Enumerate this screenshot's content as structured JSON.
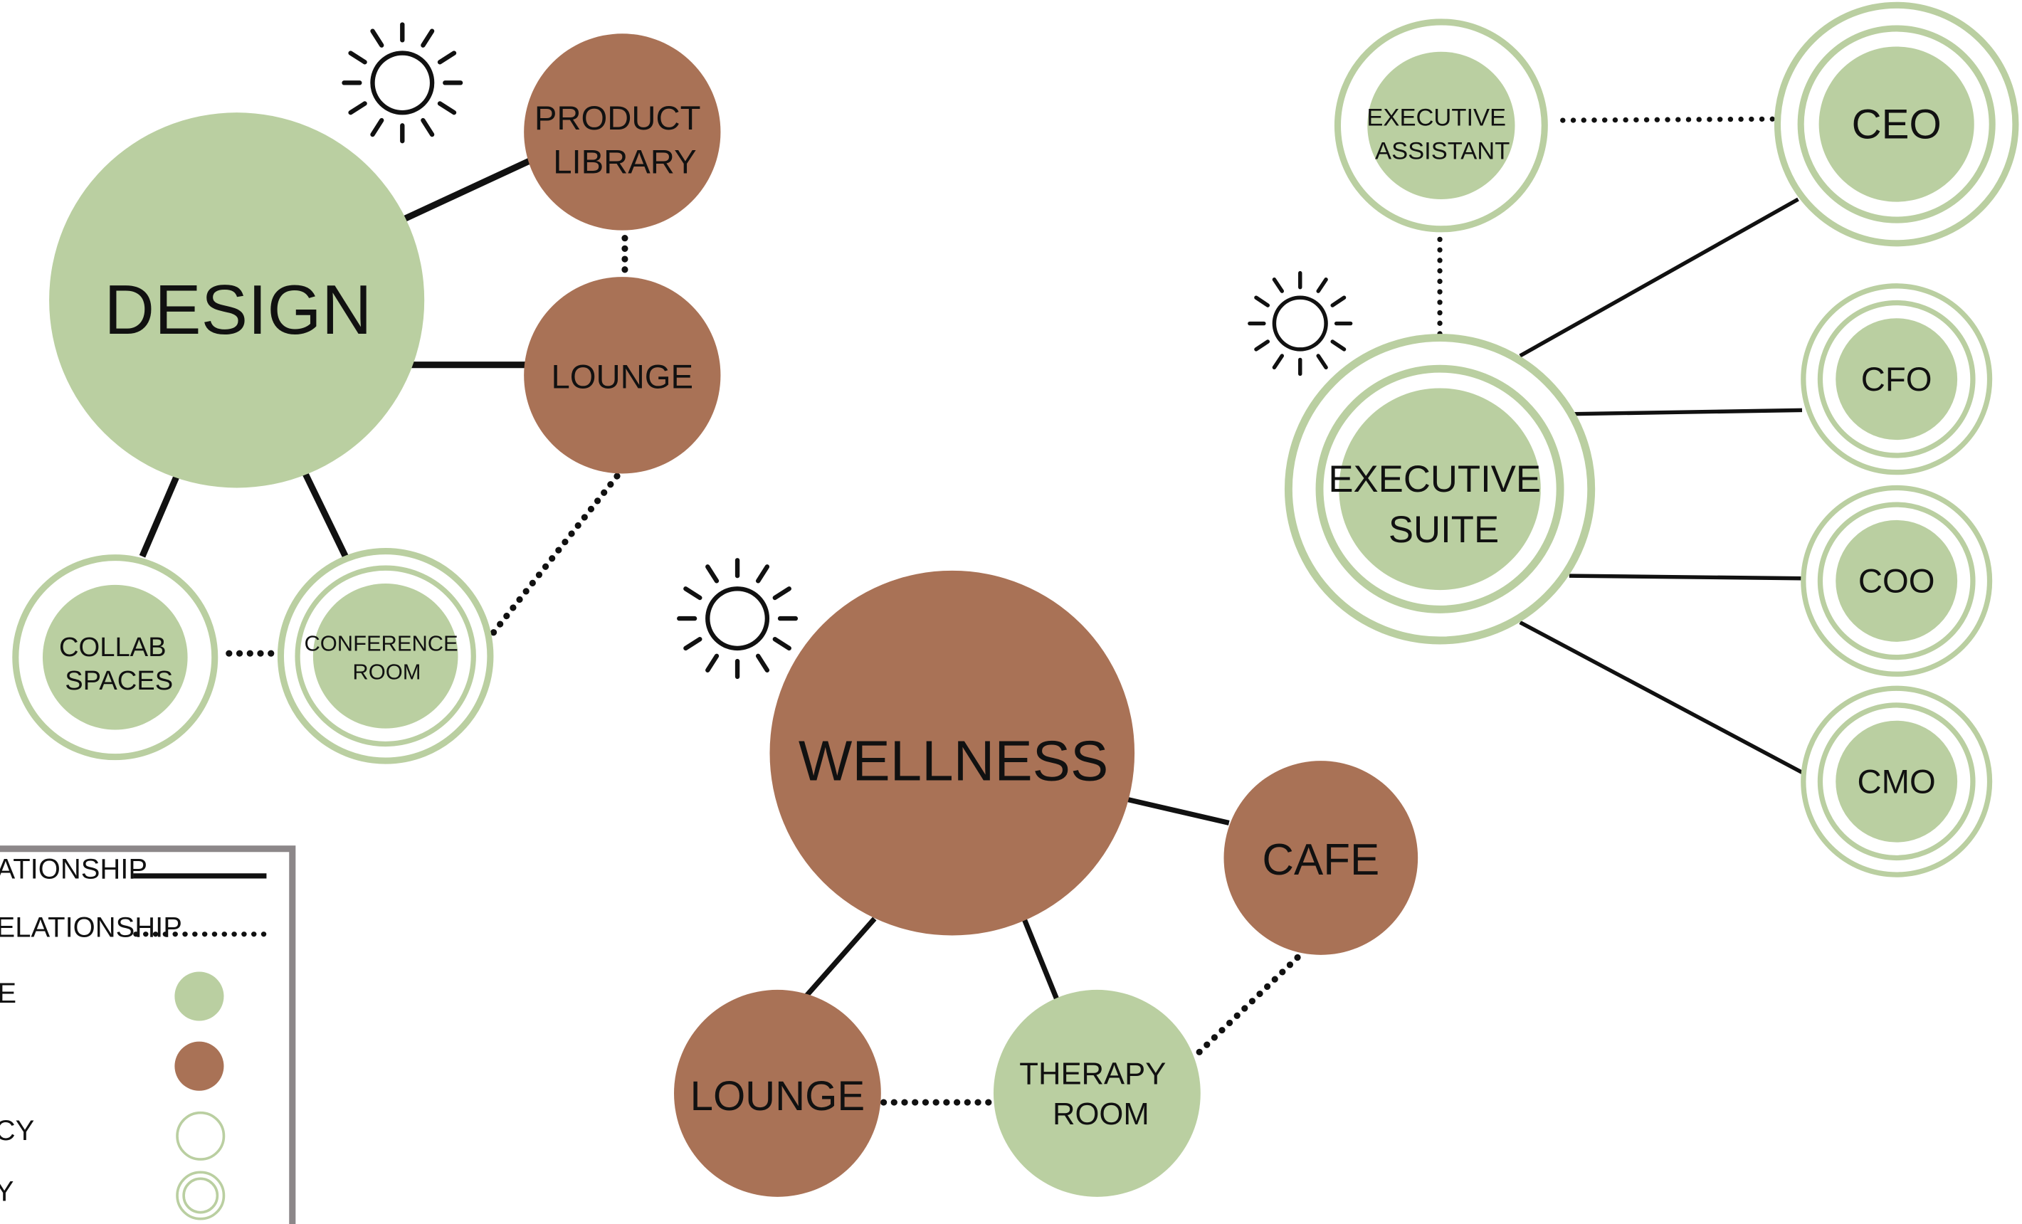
{
  "colors": {
    "green": "#BACFA1",
    "brown": "#A97256",
    "ring": "#BACFA1",
    "line": "#111111",
    "legend_border": "#8C8789"
  },
  "nodes": {
    "design": "DESIGN",
    "product_library": [
      "PRODUCT",
      "LIBRARY"
    ],
    "lounge_design": "LOUNGE",
    "collab_spaces": [
      "COLLAB",
      "SPACES"
    ],
    "conference_room": [
      "CONFERENCE",
      "ROOM"
    ],
    "wellness": "WELLNESS",
    "cafe": "CAFE",
    "lounge_wellness": "LOUNGE",
    "therapy_room": [
      "THERAPY",
      "ROOM"
    ],
    "executive_assistant": [
      "EXECUTIVE",
      "ASSISTANT"
    ],
    "ceo": "CEO",
    "executive_suite": [
      "EXECUTIVE",
      "SUITE"
    ],
    "cfo": "CFO",
    "coo": "COO",
    "cmo": "CMO"
  },
  "legend": {
    "items": [
      {
        "label": "ATIONSHIP",
        "symbol": "solid-line"
      },
      {
        "label": "ELATIONSHIP",
        "symbol": "dotted-line"
      },
      {
        "label": "E",
        "symbol": "green-circle"
      },
      {
        "label": "",
        "symbol": "brown-circle"
      },
      {
        "label": "CY",
        "symbol": "single-ring"
      },
      {
        "label": "Y",
        "symbol": "double-ring"
      }
    ]
  }
}
